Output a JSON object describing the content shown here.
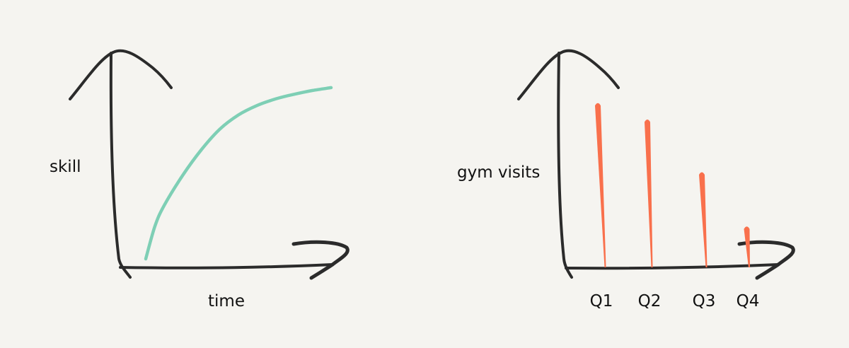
{
  "chart_data": [
    {
      "type": "line",
      "title": "",
      "xlabel": "time",
      "ylabel": "skill",
      "grid": false,
      "series": [
        {
          "x": [
            0,
            0.5,
            1,
            2,
            3,
            4,
            5,
            6,
            7,
            8,
            9,
            10
          ],
          "y": [
            0,
            3.5,
            5.7,
            8.9,
            11.6,
            13.8,
            15.3,
            16.3,
            17.0,
            17.5,
            17.9,
            18.2
          ]
        }
      ],
      "xlim": [
        0,
        10
      ],
      "ylim": [
        0,
        20
      ]
    },
    {
      "type": "bar",
      "title": "",
      "xlabel": "",
      "ylabel": "gym visits",
      "grid": false,
      "categories": [
        "Q1",
        "Q2",
        "Q3",
        "Q4"
      ],
      "values": [
        100,
        90,
        58,
        25
      ],
      "ylim": [
        0,
        110
      ]
    }
  ],
  "colors": {
    "background": "#f5f4f0",
    "axis": "#2b2b2b",
    "line": "#7ecfb5",
    "bar": "#f9704c",
    "text": "#111111"
  }
}
